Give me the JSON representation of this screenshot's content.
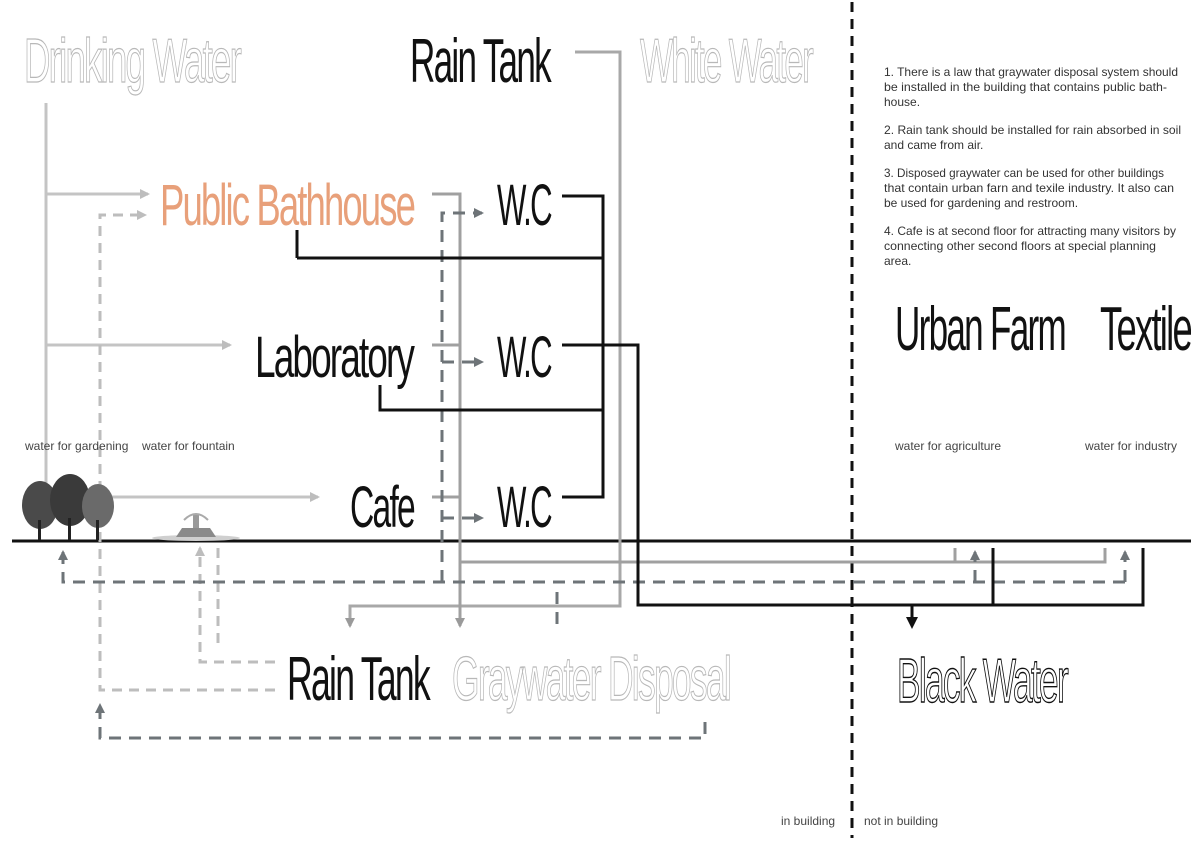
{
  "titles": {
    "drinking_water": "Drinking Water",
    "rain_tank_top": "Rain Tank",
    "white_water": "White Water",
    "public_bathhouse": "Public Bathhouse",
    "laboratory": "Laboratory",
    "cafe": "Cafe",
    "wc_1": "W.C",
    "wc_2": "W.C",
    "wc_3": "W.C",
    "rain_tank_bottom": "Rain Tank",
    "graywater_disposal": "Graywater Disposal",
    "urban_farm": "Urban Farm",
    "textile": "Textile",
    "black_water": "Black Water"
  },
  "labels": {
    "water_for_gardening": "water for gardening",
    "water_for_fountain": "water for fountain",
    "water_for_agriculture": "water for agriculture",
    "water_for_industry": "water for industry",
    "in_building": "in building",
    "not_in_building": "not in building"
  },
  "notes": [
    [
      "1. There is a law that graywater disposal system should",
      "be installed in the building that contains public bath-",
      "house."
    ],
    [
      "2. Rain tank should be installed for rain absorbed in soil",
      "and came from air."
    ],
    [
      "3. Disposed graywater can be used for other buildings",
      "that contain urban farn and texile industry. It also can",
      "be used for gardening and restroom."
    ],
    [
      "4. Cafe is at second floor for attracting many visitors by",
      "connecting other second floors at special planning",
      "area."
    ]
  ],
  "colors": {
    "drinking_water": "#bdbdbd",
    "white_water": "#a8a8a8",
    "graywater": "#6e7478",
    "rain": "#9a9a9a",
    "black_water": "#111111",
    "bathhouse_accent": "#e8a07a"
  },
  "icons": {
    "trees": "trees-icon",
    "fountain": "fountain-icon"
  }
}
